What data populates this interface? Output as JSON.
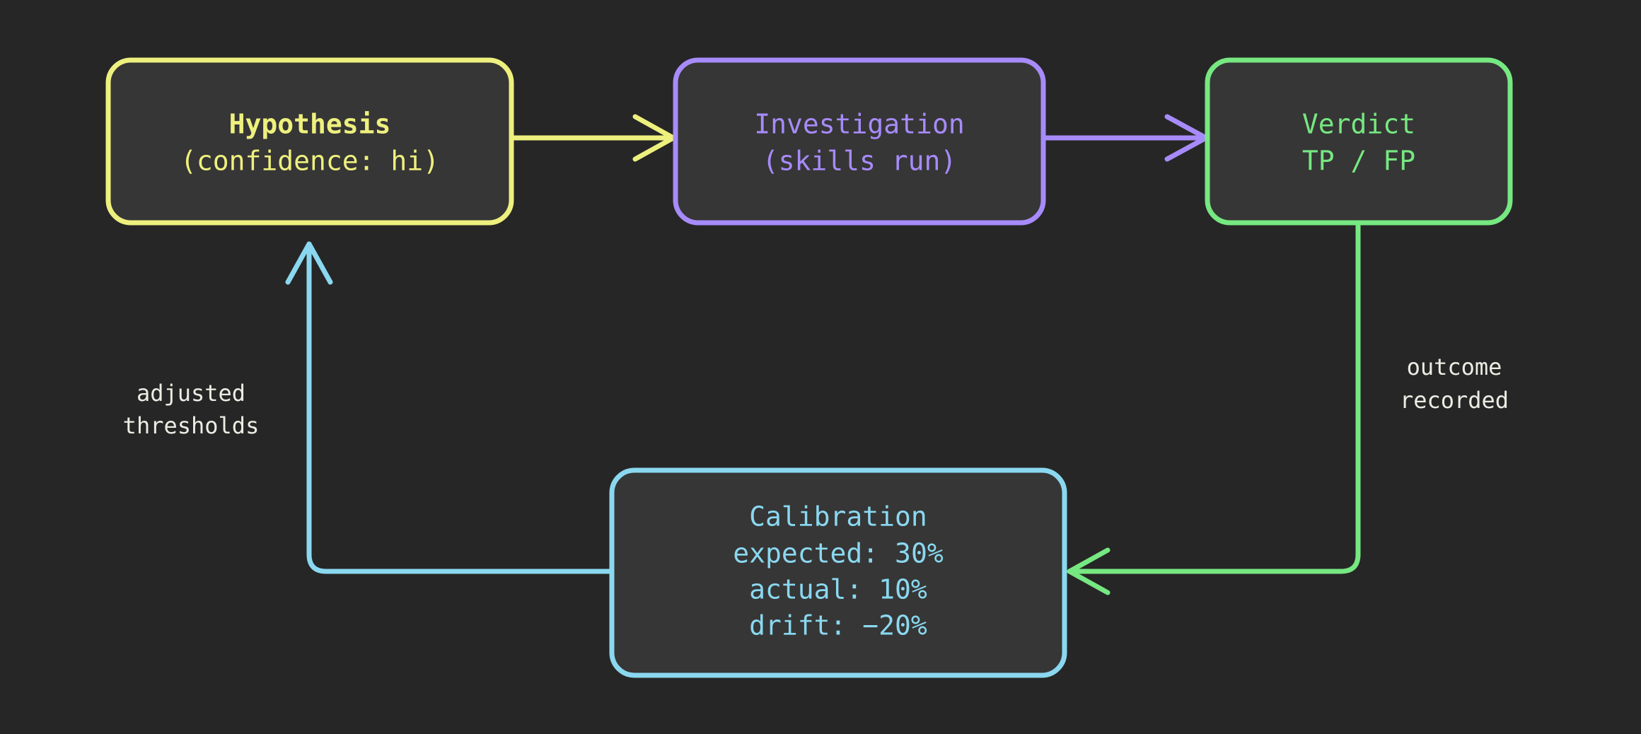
{
  "diagram": {
    "type": "flowchart",
    "background_color": "#262626",
    "node_fill_color": "#363636",
    "label_text_color": "#ECECE4",
    "nodes": [
      {
        "id": "hypothesis",
        "title": "Hypothesis",
        "line2": "(confidence: hi)",
        "color": "#EEF07E"
      },
      {
        "id": "investigation",
        "title": "Investigation",
        "line2": "(skills run)",
        "color": "#A78BFA"
      },
      {
        "id": "verdict",
        "title": "Verdict",
        "line2": "TP / FP",
        "color": "#76E881"
      },
      {
        "id": "calibration",
        "title": "Calibration",
        "line2": "expected: 30%",
        "line3": "actual: 10%",
        "line4": "drift: −20%",
        "color": "#8AD8F0"
      }
    ],
    "edges": [
      {
        "id": "hypothesis-to-investigation",
        "from": "hypothesis",
        "to": "investigation",
        "label": "",
        "color": "#EEF07E"
      },
      {
        "id": "investigation-to-verdict",
        "from": "investigation",
        "to": "verdict",
        "label": "",
        "color": "#A78BFA"
      },
      {
        "id": "verdict-to-calibration",
        "from": "verdict",
        "to": "calibration",
        "label_line1": "outcome",
        "label_line2": "recorded",
        "color": "#76E881"
      },
      {
        "id": "calibration-to-hypothesis",
        "from": "calibration",
        "to": "hypothesis",
        "label_line1": "adjusted",
        "label_line2": "thresholds",
        "color": "#8AD8F0"
      }
    ]
  }
}
